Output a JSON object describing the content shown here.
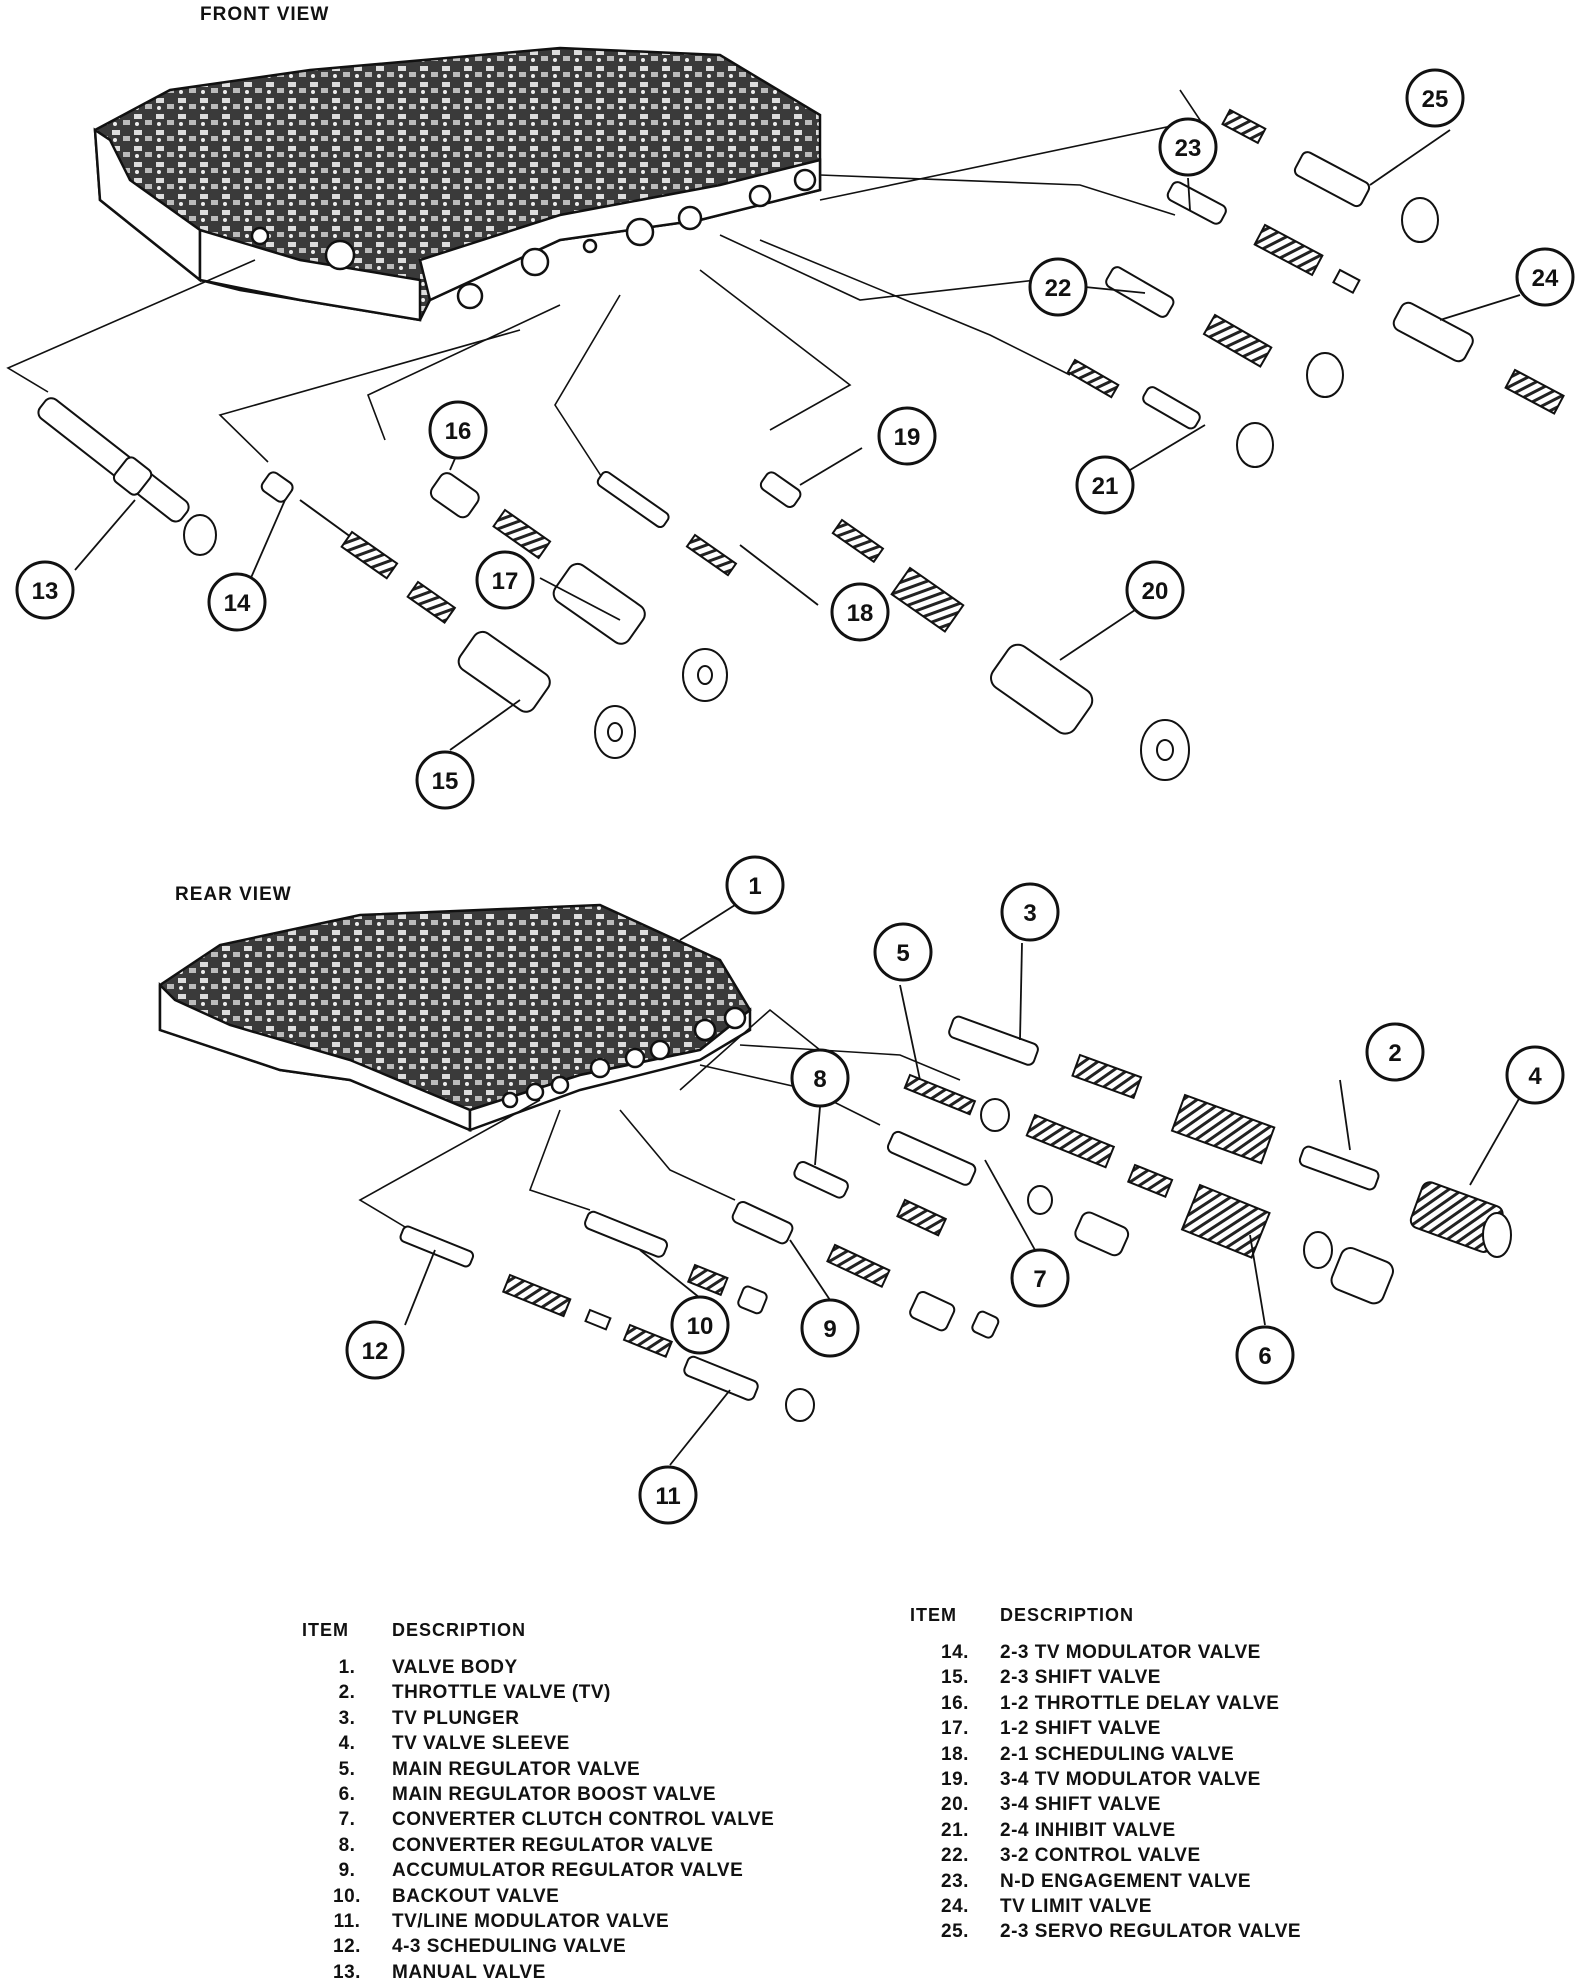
{
  "views": {
    "front": "FRONT VIEW",
    "rear": "REAR VIEW"
  },
  "callouts": [
    "1",
    "2",
    "3",
    "4",
    "5",
    "6",
    "7",
    "8",
    "9",
    "10",
    "11",
    "12",
    "13",
    "14",
    "15",
    "16",
    "17",
    "18",
    "19",
    "20",
    "21",
    "22",
    "23",
    "24",
    "25"
  ],
  "legend": {
    "header_item": "ITEM",
    "header_desc": "DESCRIPTION",
    "left": [
      {
        "num": "1.",
        "desc": "VALVE BODY"
      },
      {
        "num": "2.",
        "desc": "THROTTLE VALVE (TV)"
      },
      {
        "num": "3.",
        "desc": "TV PLUNGER"
      },
      {
        "num": "4.",
        "desc": "TV VALVE SLEEVE"
      },
      {
        "num": "5.",
        "desc": "MAIN REGULATOR VALVE"
      },
      {
        "num": "6.",
        "desc": "MAIN REGULATOR BOOST VALVE"
      },
      {
        "num": "7.",
        "desc": "CONVERTER CLUTCH CONTROL VALVE"
      },
      {
        "num": "8.",
        "desc": "CONVERTER REGULATOR VALVE"
      },
      {
        "num": "9.",
        "desc": "ACCUMULATOR REGULATOR VALVE"
      },
      {
        "num": "10.",
        "desc": "BACKOUT VALVE"
      },
      {
        "num": "11.",
        "desc": "TV/LINE MODULATOR VALVE"
      },
      {
        "num": "12.",
        "desc": "4-3 SCHEDULING VALVE"
      },
      {
        "num": "13.",
        "desc": "MANUAL VALVE"
      }
    ],
    "right": [
      {
        "num": "14.",
        "desc": "2-3 TV MODULATOR VALVE"
      },
      {
        "num": "15.",
        "desc": "2-3 SHIFT VALVE"
      },
      {
        "num": "16.",
        "desc": "1-2 THROTTLE DELAY VALVE"
      },
      {
        "num": "17.",
        "desc": "1-2 SHIFT VALVE"
      },
      {
        "num": "18.",
        "desc": "2-1 SCHEDULING VALVE"
      },
      {
        "num": "19.",
        "desc": "3-4 TV MODULATOR VALVE"
      },
      {
        "num": "20.",
        "desc": "3-4 SHIFT VALVE"
      },
      {
        "num": "21.",
        "desc": "2-4 INHIBIT VALVE"
      },
      {
        "num": "22.",
        "desc": "3-2 CONTROL VALVE"
      },
      {
        "num": "23.",
        "desc": "N-D ENGAGEMENT VALVE"
      },
      {
        "num": "24.",
        "desc": "TV LIMIT VALVE"
      },
      {
        "num": "25.",
        "desc": "2-3 SERVO REGULATOR VALVE"
      }
    ]
  }
}
